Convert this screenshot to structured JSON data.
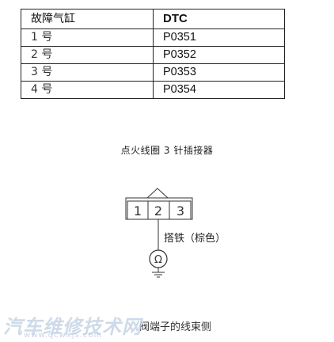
{
  "table": {
    "headers": [
      "故障气缸",
      "DTC"
    ],
    "rows": [
      {
        "cylinder": "1 号",
        "dtc": "P0351"
      },
      {
        "cylinder": "2 号",
        "dtc": "P0352"
      },
      {
        "cylinder": "3 号",
        "dtc": "P0353"
      },
      {
        "cylinder": "4 号",
        "dtc": "P0354"
      }
    ]
  },
  "connector": {
    "caption": "点火线圈 3 针插接器",
    "pins": [
      "1",
      "2",
      "3"
    ],
    "ground_wire_label": "搭铁（棕色）",
    "ground_symbol": "ohm-ground-icon"
  },
  "harness_caption": "阀端子的线束侧",
  "watermark": {
    "text": "汽车维修技术网",
    "url": "www.qcwxjs.com"
  }
}
